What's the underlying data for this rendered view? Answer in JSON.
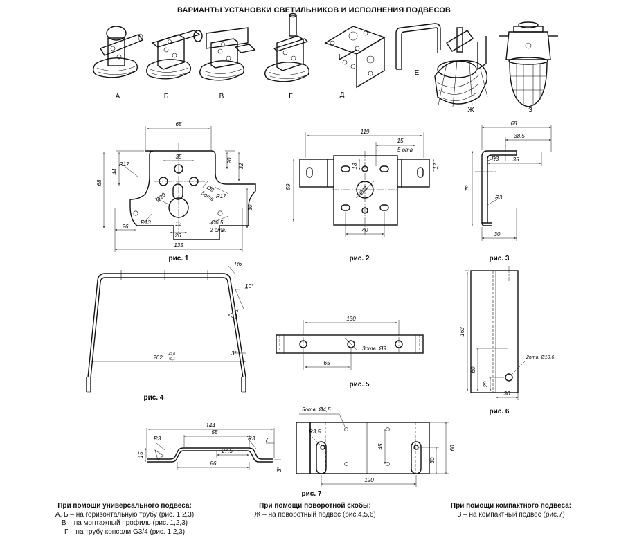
{
  "title": "ВАРИАНТЫ УСТАНОВКИ СВЕТИЛЬНИКОВ И ИСПОЛНЕНИЯ ПОДВЕСОВ",
  "variants": [
    "А",
    "Б",
    "В",
    "Г",
    "Д",
    "Е",
    "Ж",
    "З"
  ],
  "figures": {
    "fig1": {
      "caption": "рис. 1",
      "dims": [
        "65",
        "44",
        "68",
        "R17",
        "35",
        "20",
        "32",
        "Ø9",
        "5отв.",
        "R17",
        "Ø20",
        "30",
        "R13",
        "12",
        "26",
        "26",
        "Ø6,5",
        "2 отв.",
        "135"
      ]
    },
    "fig2": {
      "caption": "рис. 2",
      "dims": [
        "119",
        "15",
        "5 отв.",
        "18",
        "17",
        "59",
        "Ø11",
        "40"
      ]
    },
    "fig3": {
      "caption": "рис. 3",
      "dims": [
        "68",
        "38,5",
        "R3",
        "35",
        "78",
        "R3",
        "30"
      ]
    },
    "fig4": {
      "caption": "рис. 4",
      "dims": [
        "R6",
        "10°",
        "202",
        "+2,0",
        "+0,1",
        "3°"
      ]
    },
    "fig5": {
      "caption": "рис. 5",
      "dims": [
        "130",
        "3отв. Ø9",
        "65"
      ]
    },
    "fig6": {
      "caption": "рис. 6",
      "dims": [
        "163",
        "2отв. Ø10,6",
        "60",
        "20",
        "30"
      ]
    },
    "fig7": {
      "caption": "рис. 7",
      "dims": [
        "144",
        "R3",
        "55",
        "R3",
        "7",
        "15",
        "27,5",
        "86",
        "3°",
        "5отв. Ø4,5",
        "R3,5",
        "45",
        "30",
        "60",
        "120"
      ]
    }
  },
  "footer": {
    "col1": {
      "heading": "При помощи универсального подвеса:",
      "lines": [
        "А, Б – на горизонтальную трубу (рис. 1,2,3)",
        "В – на монтажный профиль (рис. 1,2,3)",
        "Г – на трубу консоли G3/4 (рис. 1,2,3)"
      ]
    },
    "col2": {
      "heading": "При помощи поворотной скобы:",
      "lines": [
        "Ж – на поворотный подвес (рис.4,5,6)"
      ]
    },
    "col3": {
      "heading": "При помощи компактного подвеса:",
      "lines": [
        "З – на компактный подвес (рис.7)"
      ]
    }
  }
}
